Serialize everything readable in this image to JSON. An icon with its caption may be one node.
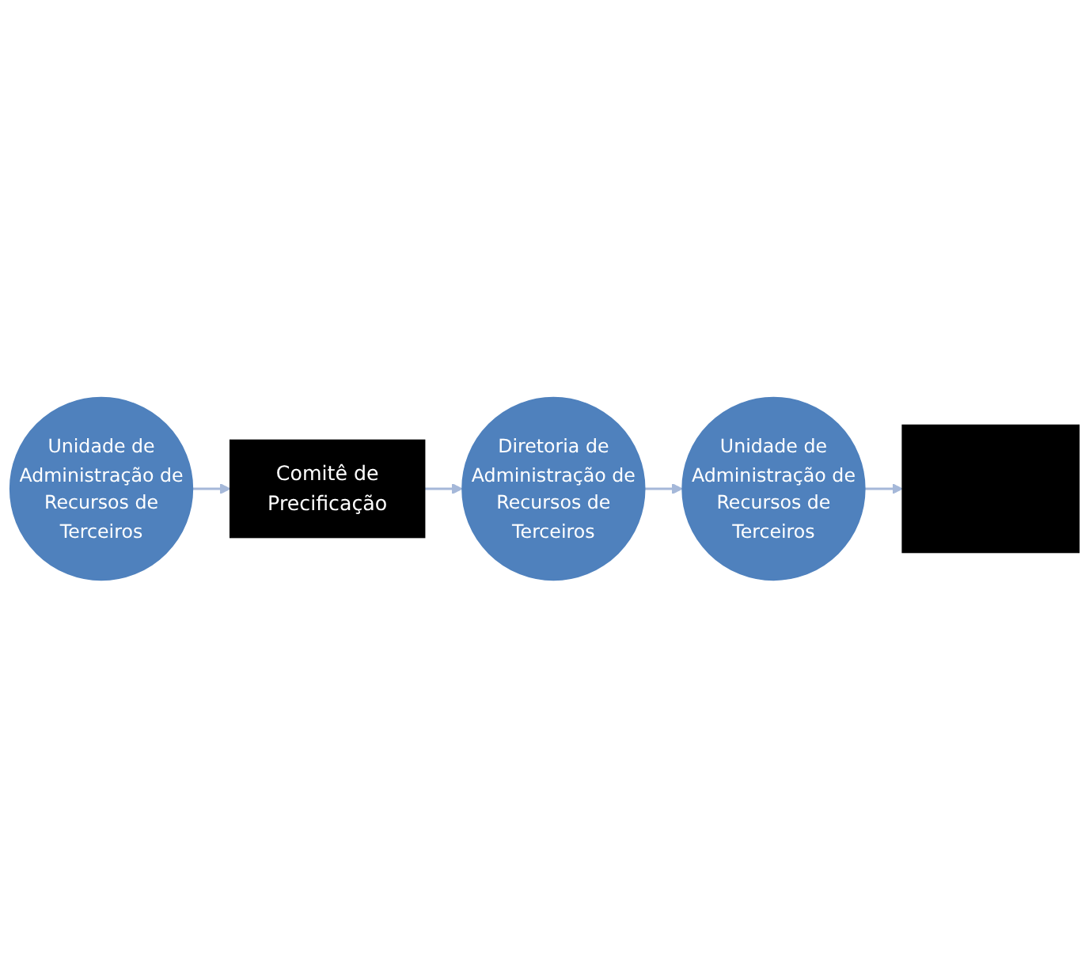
{
  "diagram": {
    "nodes": [
      {
        "text": [],
        "shape": "box"
      },
      {
        "text": [
          "Unidade de Administração de Recursos de Terceiros"
        ]
      },
      {
        "text": [
          "Unidade de Administração de Recursos de Terceiros"
        ]
      },
      {
        "text": [
          "Diretoria de Administração de Recursos de Terceiros"
        ]
      },
      {
        "text": [
          "Comitê de Precificação"
        ]
      }
    ],
    "edges": [
      {
        "from": 1,
        "to": 0,
        "arrow": "to"
      },
      {
        "from": 2,
        "to": 4,
        "arrow": "to"
      },
      {
        "from": 4,
        "to": 3,
        "arrow": "to"
      },
      {
        "from": 3,
        "to": 1,
        "arrow": "to"
      }
    ]
  }
}
